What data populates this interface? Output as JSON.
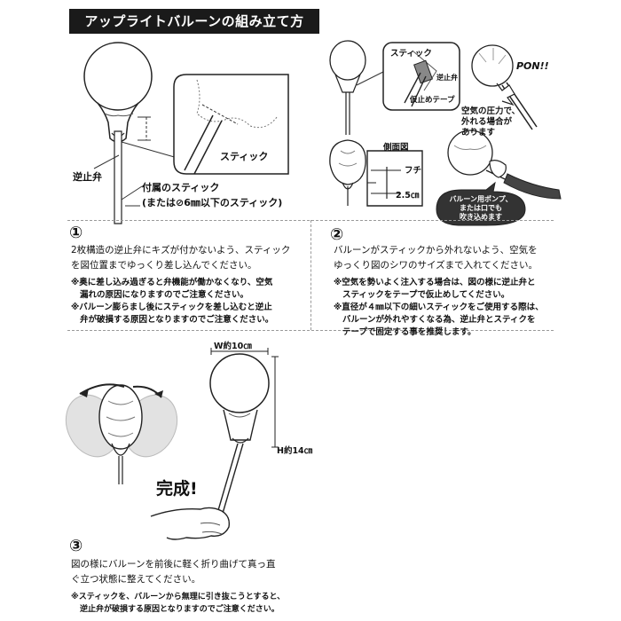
{
  "title": "アップライトバルーンの組み立て方",
  "fig1": {
    "check_valve": "逆止弁",
    "stick": "スティック",
    "included_stick": "付属のスティック",
    "included_stick_sub": "(または⊘6㎜以下のスティック)"
  },
  "fig2": {
    "stick": "スティック",
    "check_valve": "逆止弁",
    "tape": "仮止めテープ",
    "pon": "PON!!",
    "pressure_1": "空気の圧力で、",
    "pressure_2": "外れる場合が",
    "pressure_3": "あります",
    "side_view": "側面図",
    "fuchi": "フチ",
    "size": "2.5㎝",
    "pump_1": "バルーン用ポンプ、",
    "pump_2": "または口でも",
    "pump_3": "吹き込めます"
  },
  "step1": {
    "number": "①",
    "line1": "2枚構造の逆止弁にキズが付かないよう、スティック",
    "line2": "を図位置までゆっくり差し込んでください。",
    "note1a": "※奥に差し込み過ぎると弁機能が働かなくなり、空気",
    "note1b": "漏れの原因になりますのでご注意ください。",
    "note2a": "※バルーン膨らまし後にスティックを差し込むと逆止",
    "note2b": "弁が破損する原因となりますのでご注意ください。"
  },
  "step2": {
    "number": "②",
    "line1": "バルーンがスティックから外れないよう、空気を",
    "line2": "ゆっくり図のシワのサイズまで入れてください。",
    "note1a": "※空気を勢いよく注入する場合は、図の様に逆止弁と",
    "note1b": "スティックをテープで仮止めしてください。",
    "note2a": "※直径が４㎜以下の細いスティックをご使用する際は、",
    "note2b": "バルーンが外れやすくなる為、逆止弁とスティクを",
    "note2c": "テープで固定する事を推奨します。"
  },
  "fig3": {
    "width": "W約10㎝",
    "height": "H約14㎝",
    "done": "完成!"
  },
  "step3": {
    "number": "③",
    "line1": "図の様にバルーンを前後に軽く折り曲げて真っ直",
    "line2": "ぐ立つ状態に整えてください。",
    "note1a": "※スティックを、バルーンから無理に引き抜こうとすると、",
    "note1b": "逆止弁が破損する原因となりますのでご注意ください。"
  }
}
